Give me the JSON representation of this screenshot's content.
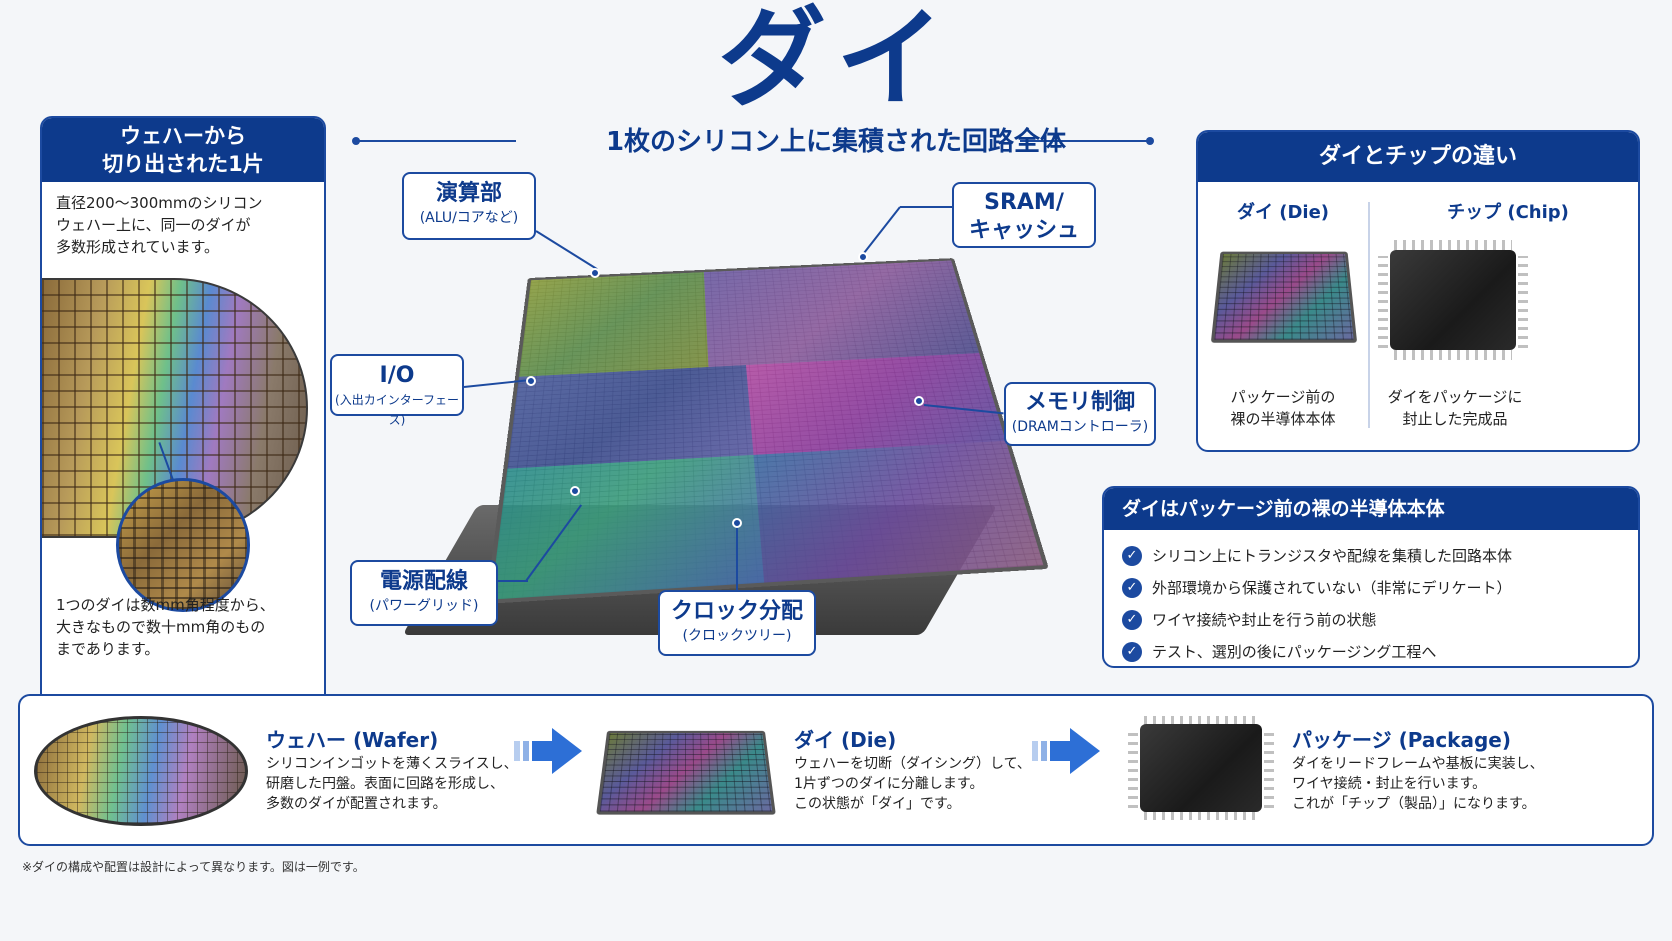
{
  "title": "ダイ",
  "subtitle": "1枚のシリコン上に集積された回路全体",
  "left_card": {
    "heading_line1": "ウェハーから",
    "heading_line2": "切り出された1片",
    "desc": [
      "直径200〜300mmのシリコン",
      "ウェハー上に、同一のダイが",
      "多数形成されています。"
    ],
    "size_note": [
      "1つのダイは数mm角程度から、",
      "大きなもので数十mm角のもの",
      "まであります。"
    ]
  },
  "callouts": {
    "alu": {
      "main": "演算部",
      "sub": "(ALU/コアなど)"
    },
    "sram": {
      "main1": "SRAM/",
      "main2": "キャッシュ"
    },
    "io": {
      "main": "I/O",
      "sub": "(入出カインターフェース)"
    },
    "mem": {
      "main": "メモリ制御",
      "sub": "(DRAMコントローラ)"
    },
    "power": {
      "main": "電源配線",
      "sub": "(パワーグリッド)"
    },
    "clock": {
      "main": "クロック分配",
      "sub": "(クロックツリー)"
    }
  },
  "diff_card": {
    "heading": "ダイとチップの違い",
    "die_title": "ダイ (Die)",
    "chip_title": "チップ (Chip)",
    "die_desc": [
      "パッケージ前の",
      "裸の半導体本体"
    ],
    "chip_desc": [
      "ダイをパッケージに",
      "封止した完成品"
    ]
  },
  "feat_card": {
    "heading": "ダイはパッケージ前の裸の半導体本体",
    "items": [
      "シリコン上にトランジスタや配線を集積した回路本体",
      "外部環境から保護されていない（非常にデリケート）",
      "ワイヤ接続や封止を行う前の状態",
      "テスト、選別の後にパッケージング工程へ"
    ]
  },
  "process": {
    "wafer": {
      "title": "ウェハー (Wafer)",
      "text": [
        "シリコンインゴットを薄くスライスし、",
        "研磨した円盤。表面に回路を形成し、",
        "多数のダイが配置されます。"
      ]
    },
    "die": {
      "title": "ダイ (Die)",
      "text": [
        "ウェハーを切断（ダイシング）して、",
        "1片ずつのダイに分離します。",
        "この状態が「ダイ」です。"
      ]
    },
    "package": {
      "title": "パッケージ (Package)",
      "text": [
        "ダイをリードフレームや基板に実装し、",
        "ワイヤ接続・封止を行います。",
        "これが「チップ（製品）」になります。"
      ]
    }
  },
  "footnote": "※ダイの構成や配置は設計によって異なります。図は一例です。",
  "colors": {
    "brand_dark": "#0d3a8c",
    "brand": "#1c4aa0",
    "arrow": "#2d6fd6"
  },
  "icons": {
    "check": "check-circle-icon",
    "arrow": "arrow-right-icon"
  }
}
